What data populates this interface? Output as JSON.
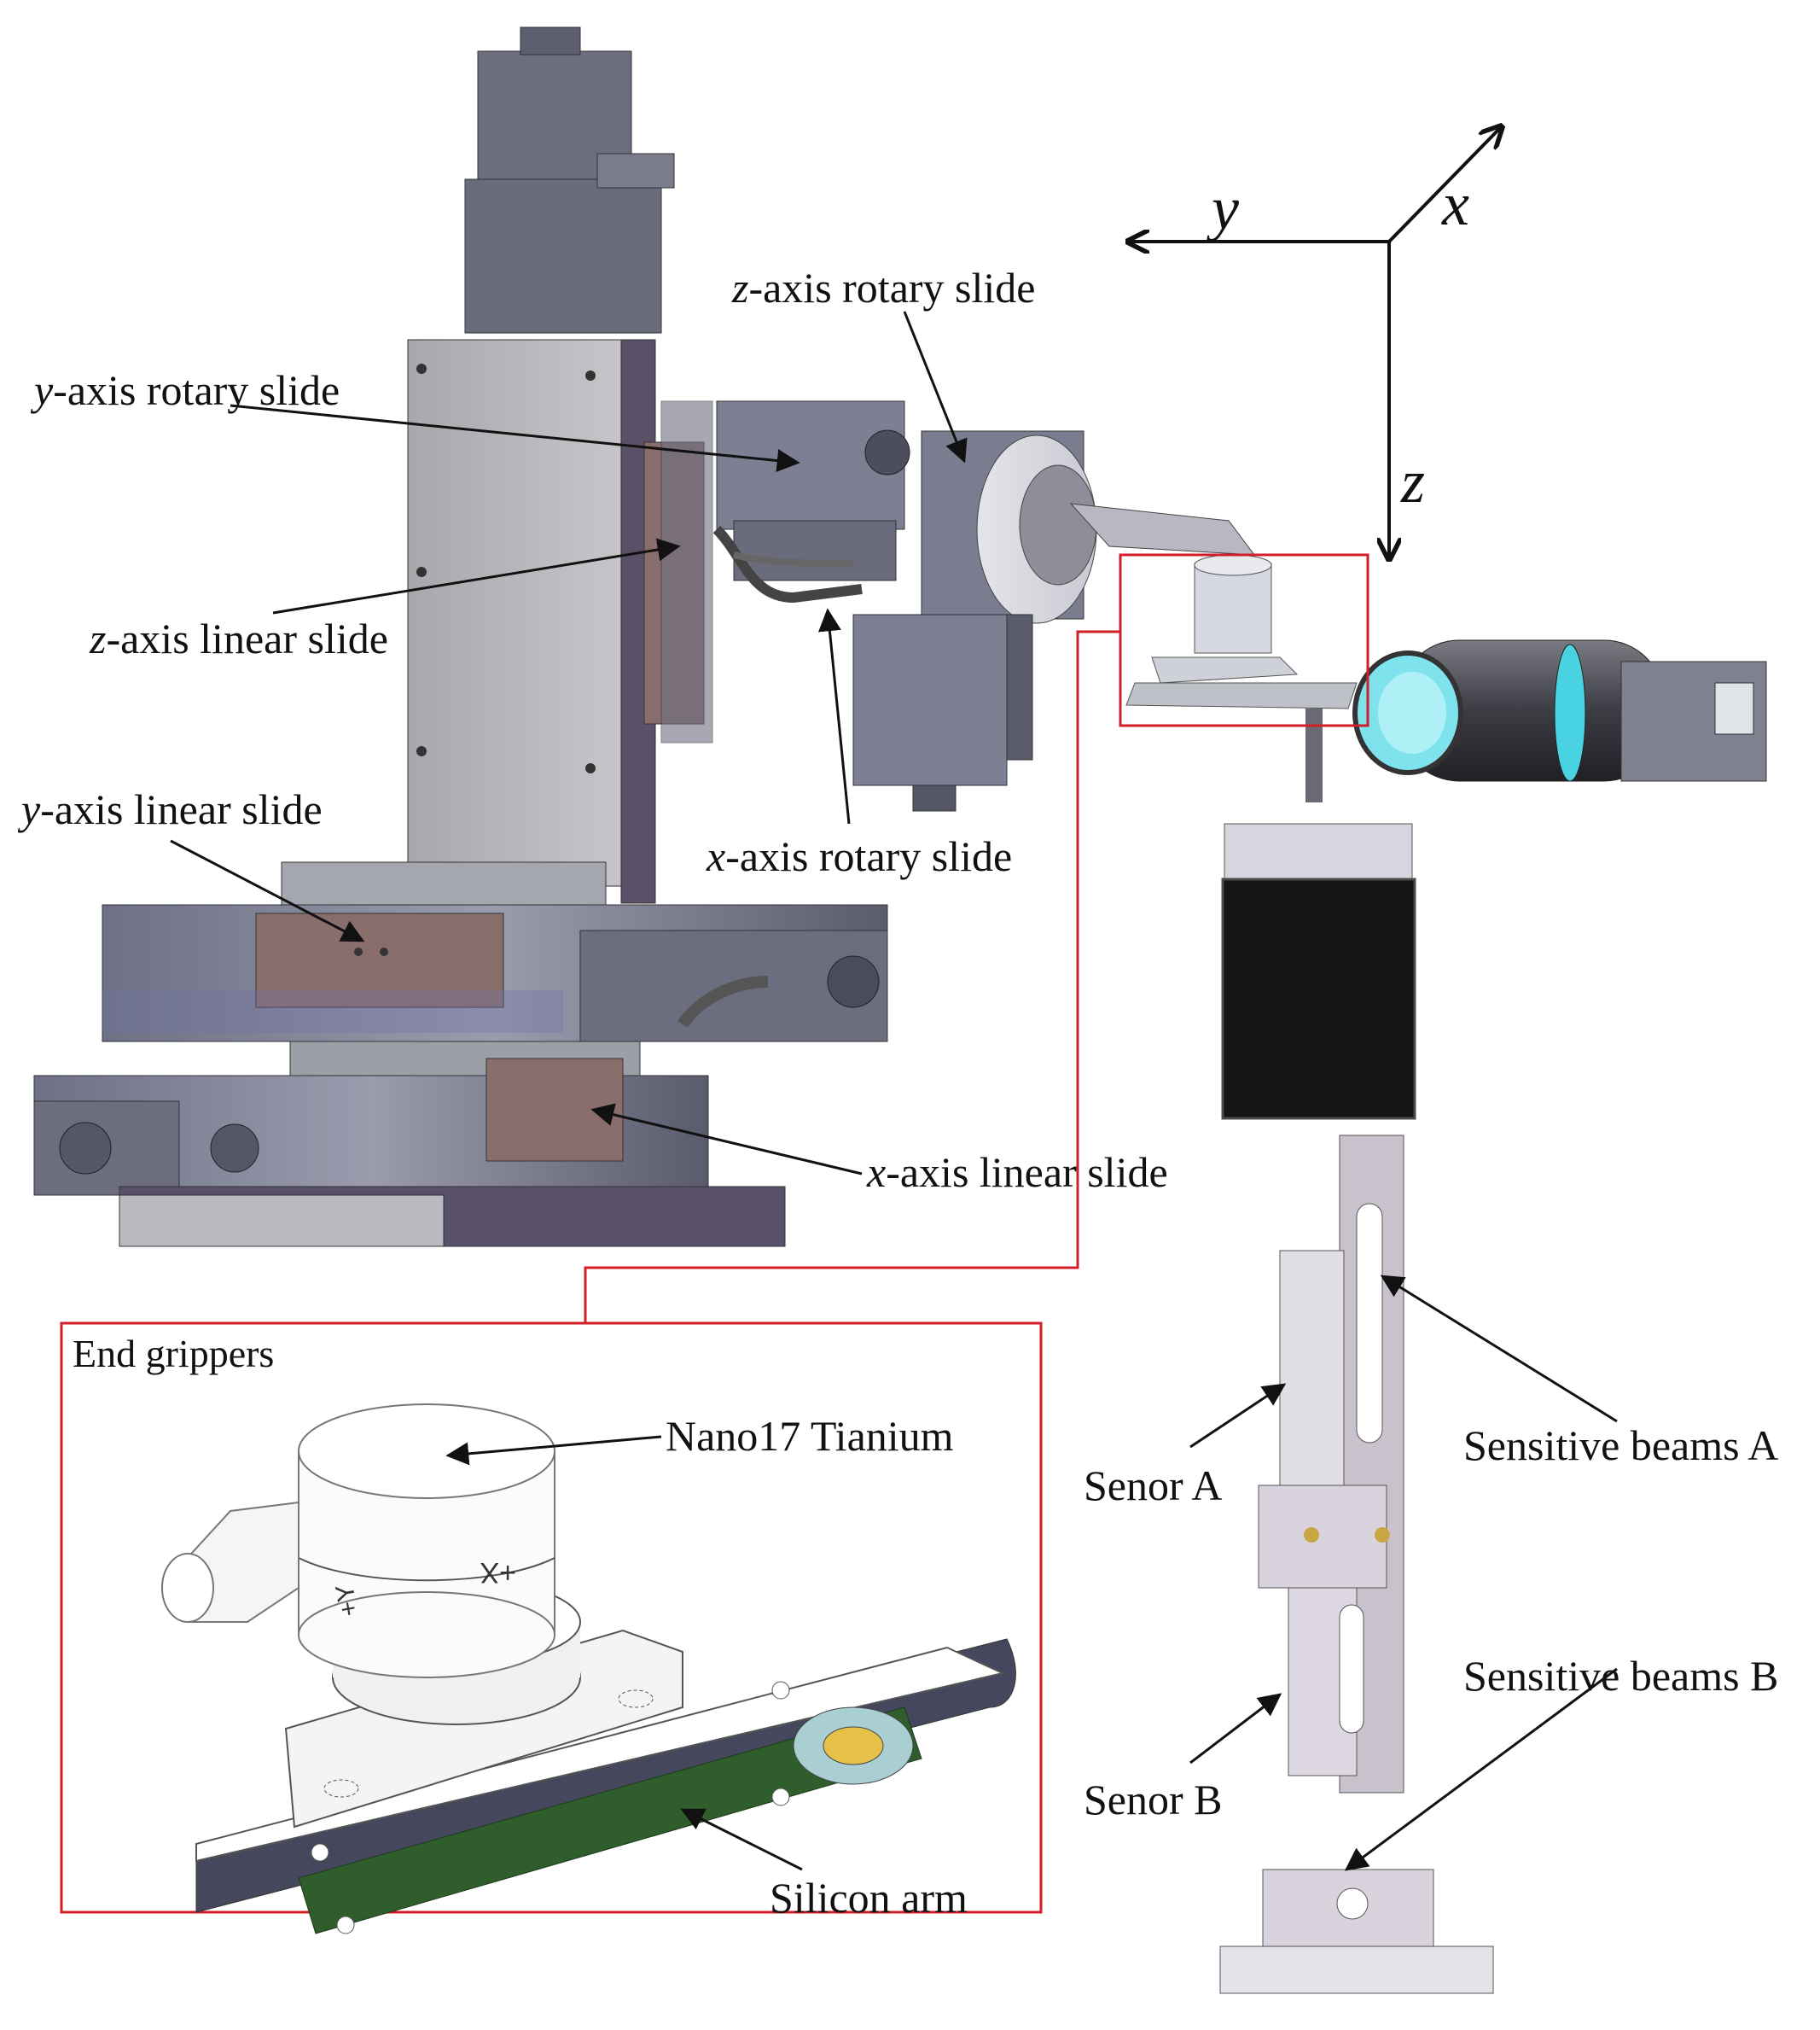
{
  "axes": {
    "x": "x",
    "y": "y",
    "z": "z"
  },
  "labels": {
    "z_rotary_var": "z",
    "z_rotary_rest": "-axis rotary slide",
    "y_rotary_var": "y",
    "y_rotary_rest": "-axis rotary slide",
    "z_linear_var": "z",
    "z_linear_rest": "-axis linear slide",
    "y_linear_var": "y",
    "y_linear_rest": "-axis linear slide",
    "x_rotary_var": "x",
    "x_rotary_rest": "-axis rotary slide",
    "x_linear_var": "x",
    "x_linear_rest": "-axis linear slide",
    "end_grippers": "End grippers",
    "nano17": "Nano17 Tianium",
    "silicon_arm": "Silicon arm",
    "sensitive_a": "Sensitive beams A",
    "sensitive_b": "Sensitive beams B",
    "senor_a": "Senor A",
    "senor_b": "Senor B"
  },
  "sensor_marks": {
    "plus_x": "+X",
    "plus_y": "+Y"
  },
  "colors": {
    "frame_red": "#d11f2a",
    "machine_slate": "#7d7f92",
    "slide_brown": "#8a6e6b",
    "camera_cyan": "#7fe3ee",
    "pcb_green": "#2f5d2b",
    "sensor_black": "#141414"
  }
}
